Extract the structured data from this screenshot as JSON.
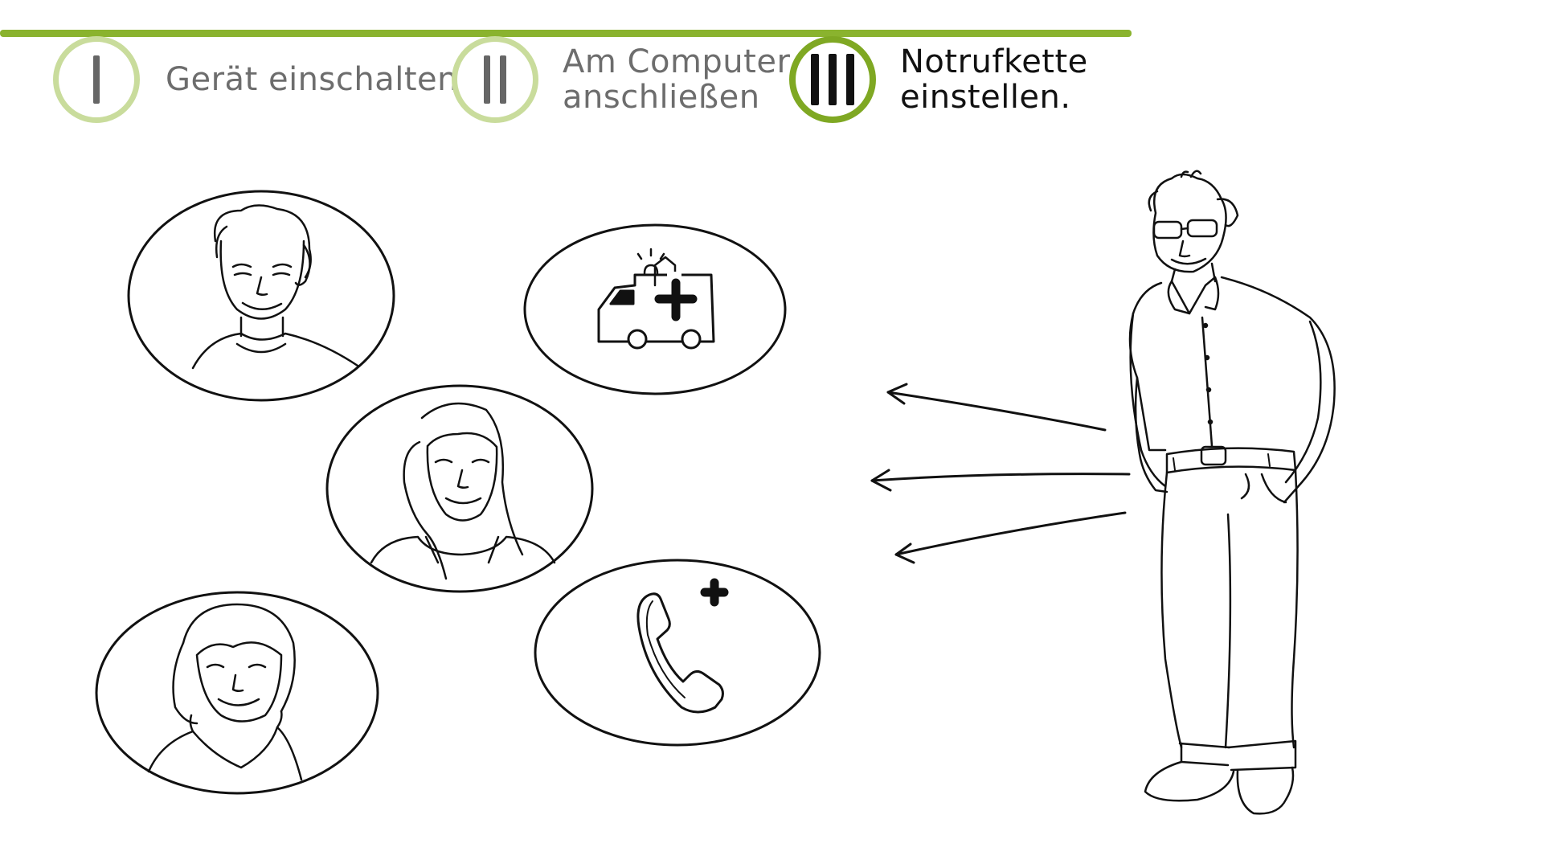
{
  "progress": {
    "current_step": 3,
    "steps": [
      {
        "numeral_strokes": 1,
        "label_lines": [
          "Gerät einschalten"
        ]
      },
      {
        "numeral_strokes": 2,
        "label_lines": [
          "Am Computer",
          "anschließen"
        ]
      },
      {
        "numeral_strokes": 3,
        "label_lines": [
          "Notrufkette",
          "einstellen."
        ]
      }
    ]
  },
  "colors": {
    "accent_green": "#7fa823",
    "inactive_ring": "#c9dc9c",
    "line_art": "#111111"
  },
  "icons": {
    "contact_1": "man-portrait-icon",
    "contact_2": "woman-portrait-icon",
    "contact_3": "older-woman-portrait-icon",
    "contact_4": "ambulance-icon",
    "contact_5": "emergency-phone-icon",
    "user": "elderly-man-figure"
  }
}
